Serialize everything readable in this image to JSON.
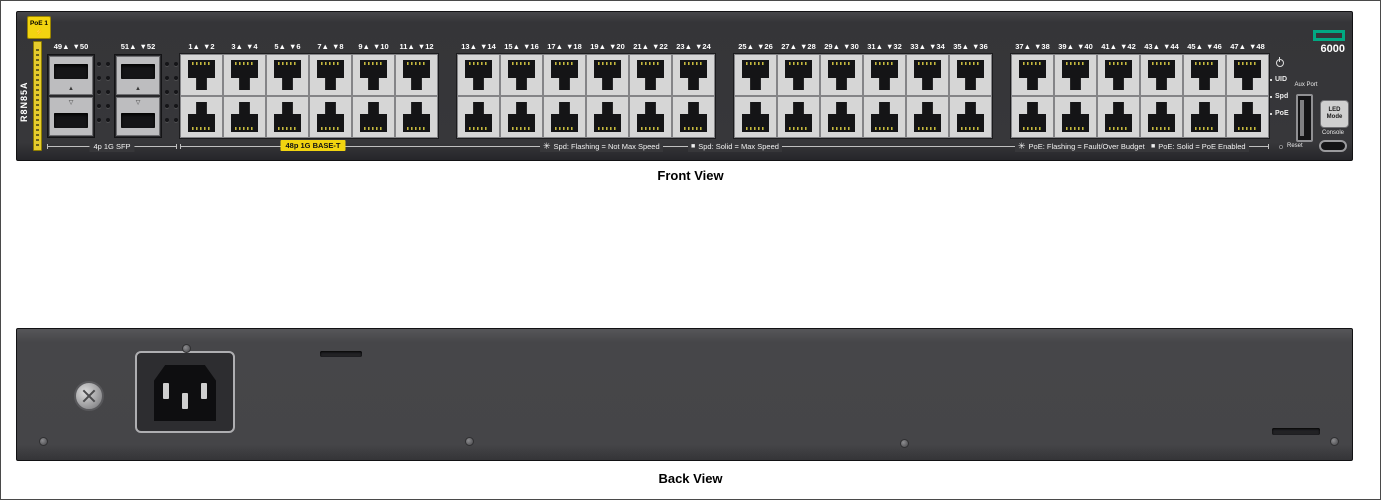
{
  "captions": {
    "front": "Front View",
    "back": "Back View"
  },
  "icons": {
    "flash": "✳",
    "solid": "■"
  },
  "front": {
    "model_vertical_label": "R8N85A",
    "poe_badge": {
      "text": "PoE 1",
      "bolt": "⚡"
    },
    "brand": {
      "model": "6000",
      "logo_color": "#01a982"
    },
    "sfp_section": {
      "caption": "4p 1G SFP",
      "groups": [
        {
          "labels": [
            "49▲",
            "▼50"
          ]
        },
        {
          "labels": [
            "51▲",
            "▼52"
          ]
        }
      ]
    },
    "baset_label": "48p 1G BASE-T",
    "port_groups": [
      {
        "columns": [
          [
            "1▲",
            "▼2"
          ],
          [
            "3▲",
            "▼4"
          ],
          [
            "5▲",
            "▼6"
          ],
          [
            "7▲",
            "▼8"
          ],
          [
            "9▲",
            "▼10"
          ],
          [
            "11▲",
            "▼12"
          ]
        ]
      },
      {
        "columns": [
          [
            "13▲",
            "▼14"
          ],
          [
            "15▲",
            "▼16"
          ],
          [
            "17▲",
            "▼18"
          ],
          [
            "19▲",
            "▼20"
          ],
          [
            "21▲",
            "▼22"
          ],
          [
            "23▲",
            "▼24"
          ]
        ]
      },
      {
        "columns": [
          [
            "25▲",
            "▼26"
          ],
          [
            "27▲",
            "▼28"
          ],
          [
            "29▲",
            "▼30"
          ],
          [
            "31▲",
            "▼32"
          ],
          [
            "33▲",
            "▼34"
          ],
          [
            "35▲",
            "▼36"
          ]
        ]
      },
      {
        "columns": [
          [
            "37▲",
            "▼38"
          ],
          [
            "39▲",
            "▼40"
          ],
          [
            "41▲",
            "▼42"
          ],
          [
            "43▲",
            "▼44"
          ],
          [
            "45▲",
            "▼46"
          ],
          [
            "47▲",
            "▼48"
          ]
        ]
      }
    ],
    "legend": [
      {
        "icon": "flash",
        "text": "Spd: Flashing = Not Max Speed"
      },
      {
        "icon": "solid",
        "text": "Spd: Solid = Max Speed"
      },
      {
        "icon": "flash",
        "text": "PoE: Flashing = Fault/Over Budget"
      },
      {
        "icon": "solid",
        "text": "PoE: Solid = PoE Enabled"
      }
    ],
    "right_panel": {
      "led_labels": [
        "UID",
        "Spd",
        "PoE"
      ],
      "aux_port_label": "Aux Port",
      "led_mode_label": "LED Mode",
      "console_label": "Console",
      "reset_label": "Reset"
    }
  }
}
